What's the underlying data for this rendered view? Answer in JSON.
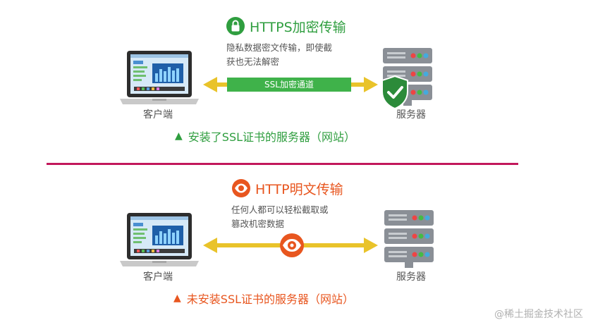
{
  "https": {
    "title": "HTTPS加密传输",
    "description_line1": "隐私数据密文传输，即使截",
    "description_line2": "获也无法解密",
    "channel_label": "SSL加密通道",
    "client_label": "客户端",
    "server_label": "服务器",
    "note": "安装了SSL证书的服务器（网站）"
  },
  "http": {
    "title": "HTTP明文传输",
    "description_line1": "任何人都可以轻松截取或",
    "description_line2": "篡改机密数据",
    "client_label": "客户端",
    "server_label": "服务器",
    "note": "未安装SSL证书的服务器（网站）"
  },
  "watermark": "@稀土掘金技术社区",
  "colors": {
    "green": "#2f9e3f",
    "orange": "#e8561f",
    "arrow_yellow": "#e9c32a",
    "divider": "#c2185b"
  },
  "icons": [
    "lock-icon",
    "eye-icon",
    "laptop-icon",
    "server-icon",
    "shield-check-icon",
    "triangle-icon"
  ]
}
